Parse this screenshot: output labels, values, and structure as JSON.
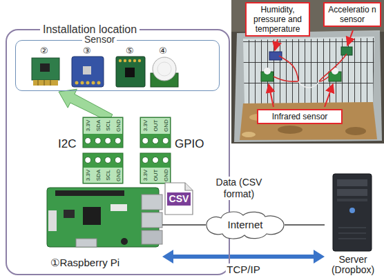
{
  "diagram": {
    "nodes": [
      {
        "text": [
          "Installation location"
        ]
      },
      {
        "text": [
          "Sensor"
        ],
        "in": 0
      },
      {
        "text": [
          "CSV"
        ],
        "in": 0
      },
      {
        "text": [
          "①Raspberry Pi"
        ],
        "in": 0
      },
      {
        "text": [
          "Internet"
        ]
      },
      {
        "text": [
          "Server (Dropbox)"
        ]
      },
      {
        "text": [
          "Humidity, pressure and temperature"
        ]
      },
      {
        "text": [
          "Acceleratio n sensor"
        ]
      },
      {
        "text": [
          "Infrared sensor"
        ]
      }
    ],
    "edges": [
      {
        "from": 3,
        "to": 4,
        "arrow": "none"
      },
      {
        "from": 4,
        "to": 5,
        "arrow": "none"
      },
      {
        "from": 3,
        "to": 5,
        "label": "TCP/IP",
        "arrow": "both"
      }
    ],
    "labels": [
      "②",
      "③",
      "⑤",
      "④",
      "I2C",
      "GPIO",
      "3.3V",
      "SDA",
      "SCL",
      "GND",
      "3.3V",
      "SDA",
      "SCL",
      "GND",
      "3.3V",
      "OUT",
      "GND",
      "3.3V",
      "OUT",
      "GND",
      "Data (CSV format)"
    ]
  }
}
